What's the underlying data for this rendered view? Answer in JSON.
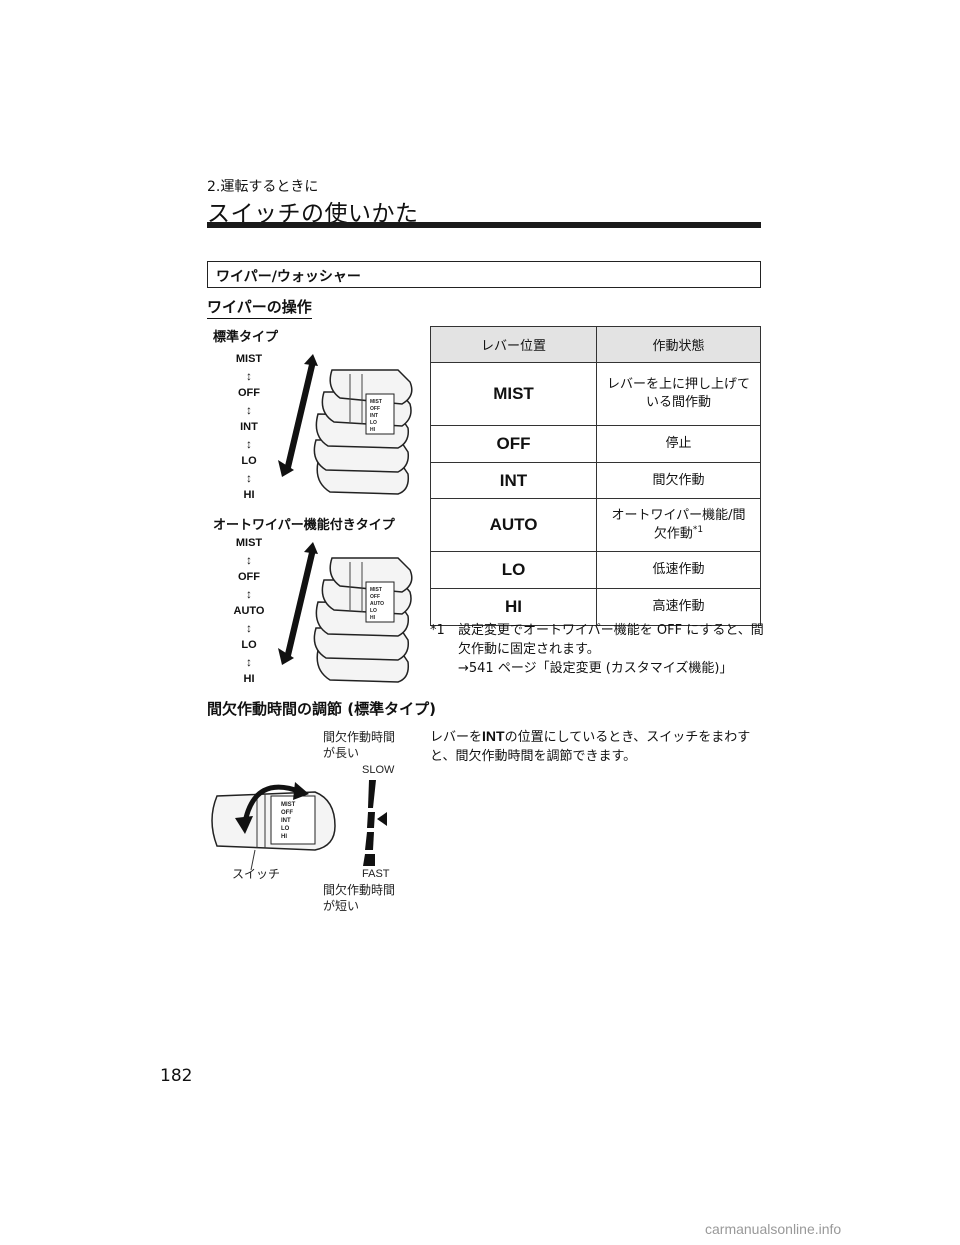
{
  "header": {
    "chapter": "2.運転するときに",
    "title": "スイッチの使いかた"
  },
  "section": {
    "title": "ワイパー/ウォッシャー",
    "sub1": "ワイパーの操作",
    "standard_label": "標準タイプ",
    "auto_label": "オートワイパー機能付きタイプ",
    "standard_positions": [
      "MIST",
      "OFF",
      "INT",
      "LO",
      "HI"
    ],
    "auto_positions": [
      "MIST",
      "OFF",
      "AUTO",
      "LO",
      "HI"
    ],
    "arrow_glyph": "↕"
  },
  "table": {
    "headers": [
      "レバー位置",
      "作動状態"
    ],
    "rows": [
      {
        "pos": "MIST",
        "state": "レバーを上に押し上げている間作動"
      },
      {
        "pos": "OFF",
        "state": "停止"
      },
      {
        "pos": "INT",
        "state": "間欠作動"
      },
      {
        "pos": "AUTO",
        "state": "オートワイパー機能/間欠作動",
        "sup": "*1"
      },
      {
        "pos": "LO",
        "state": "低速作動"
      },
      {
        "pos": "HI",
        "state": "高速作動"
      }
    ]
  },
  "footnote": {
    "mark": "*1",
    "line1": "設定変更でオートワイパー機能を OFF にすると、間欠作動に固定されます。",
    "line2": "→541 ページ「設定変更 (カスタマイズ機能)」"
  },
  "interval": {
    "title": "間欠作動時間の調節 (標準タイプ)",
    "long_label": "間欠作動時間が長い",
    "short_label": "間欠作動時間が短い",
    "slow": "SLOW",
    "fast": "FAST",
    "switch_label": "スイッチ",
    "desc_pre": "レバーを",
    "desc_pill": "INT",
    "desc_post": "の位置にしているとき、スイッチをまわすと、間欠作動時間を調節できます。"
  },
  "page_number": "182",
  "watermark": "carmanualsonline.info"
}
